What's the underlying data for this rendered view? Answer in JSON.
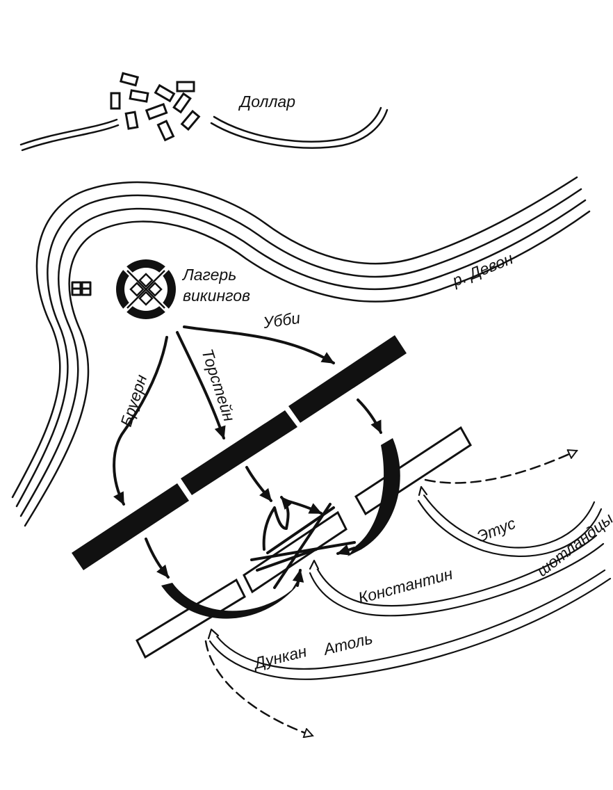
{
  "map": {
    "labels": {
      "town": "Доллар",
      "river": "р. Девон",
      "camp_line1": "Лагерь",
      "camp_line2": "викингов",
      "ubbi": "Убби",
      "thorstein": "Торстейн",
      "bruern": "Бруерн",
      "etus": "Этус",
      "scots": "шотландцы",
      "constantine": "Константин",
      "duncan": "Дункан",
      "atholl": "Атоль"
    },
    "colors": {
      "ink": "#111111",
      "background": "#ffffff"
    },
    "icons": [
      "building-icon",
      "viking-camp-icon",
      "ford-icon",
      "attack-arrow-icon",
      "retreat-arrow-icon"
    ]
  }
}
